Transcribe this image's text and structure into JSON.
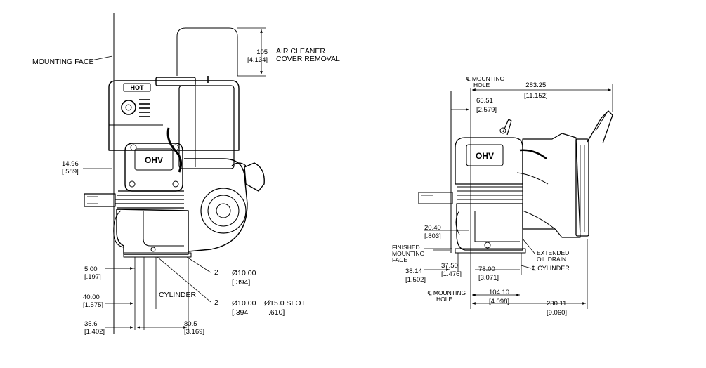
{
  "left_view": {
    "mounting_face": "MOUNTING FACE",
    "air_cleaner": {
      "mm": "105",
      "in": "[4.134]",
      "line1": "AIR CLEANER",
      "line2": "COVER REMOVAL"
    },
    "dim_14_96": {
      "mm": "14.96",
      "in": "[.589]"
    },
    "dim_5_00": {
      "mm": "5.00",
      "in": "[.197]"
    },
    "dim_40_00": {
      "mm": "40.00",
      "in": "[1.575]"
    },
    "dim_35_6": {
      "mm": "35.6",
      "in": "[1.402]"
    },
    "dim_80_5": {
      "mm": "80.5",
      "in": "[3.169]"
    },
    "cylinder": "CYLINDER",
    "hole_note_1": {
      "count": "2",
      "dia": "Ø10.00",
      "in": "[.394]"
    },
    "hole_note_2": {
      "count": "2",
      "dia": "Ø10.00",
      "slot": "Ø15.0 SLOT",
      "in": "[.394",
      "in2": ".610]"
    },
    "logo_ohv": "OHV",
    "label_hot": "HOT"
  },
  "right_view": {
    "mounting_hole_top": {
      "line1": "℄ MOUNTING",
      "line2": "HOLE"
    },
    "dim_283_25": {
      "mm": "283.25",
      "in": "[11.152]"
    },
    "dim_65_51": {
      "mm": "65.51",
      "in": "[2.579]"
    },
    "dim_20_40": {
      "mm": "20.40",
      "in": "[.803]"
    },
    "finished_face": {
      "line1": "FINISHED",
      "line2": "MOUNTING",
      "line3": "FACE"
    },
    "dim_38_14": {
      "mm": "38.14",
      "in": "[1.502]"
    },
    "dim_37_50": {
      "mm": "37.50",
      "in": "[1.476]"
    },
    "dim_78_00": {
      "mm": "78.00",
      "in": "[3.071]"
    },
    "extended_oil": {
      "line1": "EXTENDED",
      "line2": "OIL DRAIN"
    },
    "cylinder": "℄ CYLINDER",
    "mounting_hole_bottom": {
      "line1": "℄ MOUNTING",
      "line2": "HOLE"
    },
    "dim_104_10": {
      "mm": "104.10",
      "in": "[4.098]"
    },
    "dim_230_11": {
      "mm": "230.11",
      "in": "[9.060]"
    },
    "logo_ohv": "OHV"
  }
}
